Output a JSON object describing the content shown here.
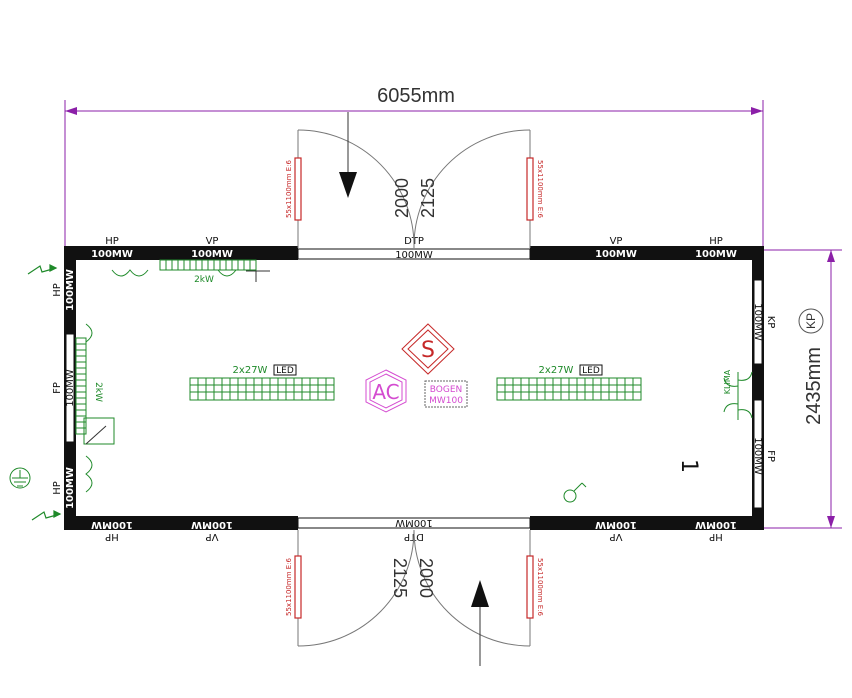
{
  "colors": {
    "wall": "#111111",
    "dimension": "#8b1fa8",
    "electrical": "#1f8a2a",
    "heater": "#c62828",
    "ac_symbol": "#d44bd0",
    "door_arc": "#777777"
  },
  "dimensions": {
    "width": "6055mm",
    "height": "2435mm",
    "height_badge": "KP"
  },
  "doors": {
    "top_height_a": "2000",
    "top_height_b": "2125",
    "bottom_height_a": "2125",
    "bottom_height_b": "2000",
    "top_panel": "DTP",
    "bottom_panel": "DTP",
    "top_width": "100MW",
    "bottom_width": "100MW"
  },
  "heater_labels": {
    "top_left": "55x1100mm E:6",
    "top_right": "55x1100mm E:6",
    "bottom_left": "55x1100mm E:6",
    "bottom_right": "55x1100mm E:6"
  },
  "walls": {
    "top": [
      {
        "type": "HP",
        "size": "100MW"
      },
      {
        "type": "VP",
        "size": "100MW"
      },
      {
        "type": "VP",
        "size": "100MW"
      },
      {
        "type": "HP",
        "size": "100MW"
      }
    ],
    "bottom": [
      {
        "type": "HP",
        "size": "100MW"
      },
      {
        "type": "VP",
        "size": "100MW"
      },
      {
        "type": "VP",
        "size": "100MW"
      },
      {
        "type": "HP",
        "size": "100MW"
      }
    ],
    "left": [
      {
        "type": "HP",
        "size": "100MW"
      },
      {
        "type": "FP",
        "size": "100MW"
      },
      {
        "type": "HP",
        "size": "100MW"
      }
    ],
    "right": [
      {
        "type": "KP",
        "size": "100MW"
      },
      {
        "type": "FP",
        "size": "100MW"
      }
    ]
  },
  "fixtures": {
    "light_left": "2x27W",
    "light_right": "2x27W",
    "light_tag": "LED",
    "heater_top": "2kW",
    "heater_left": "2kW",
    "ac": "AC",
    "safe_symbol": "S",
    "box_label_1": "BOGEN",
    "box_label_2": "MW100",
    "clima": "KLIMA",
    "room_number": "1"
  }
}
